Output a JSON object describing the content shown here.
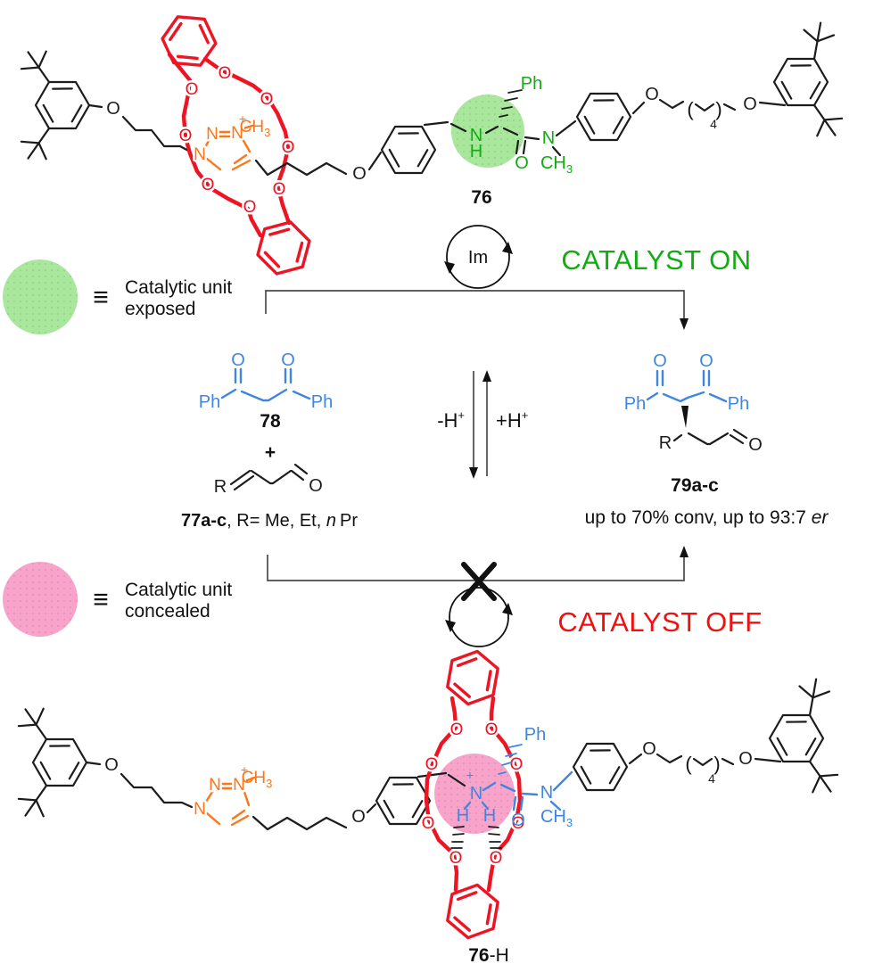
{
  "colors": {
    "macrocycle_red": "#ee1424",
    "triazolium_orange": "#ff7517",
    "catalyst_green": "#10ac10",
    "highlight_green": "#a8e79c",
    "structure_blue": "#3f86e0",
    "highlight_pink": "#f8a3ca",
    "bond_black": "#1c1c1c",
    "arrow_gray": "#4a4a4a",
    "catalyst_off_red": "#f01010"
  },
  "atoms": {
    "O": "O",
    "N": "N",
    "H": "H",
    "Ph": "Ph",
    "R": "R",
    "plus": "+",
    "CH": "CH",
    "sub3": "3",
    "paren_open": "(",
    "paren_close": ")"
  },
  "top_structure": {
    "label": "76"
  },
  "bottom_structure": {
    "label_main": "76",
    "label_suffix": "-H"
  },
  "scheme": {
    "im": "Im",
    "catalyst_on": "CATALYST ON",
    "catalyst_off": "CATALYST OFF",
    "chain_repeat": "4",
    "eq": {
      "minus": "-H",
      "plus": "+H",
      "sup": "+"
    },
    "substrates": {
      "c78": "78",
      "plus": "+",
      "c77_bold": "77a-c",
      "c77_rest": ", R= Me, Et, ",
      "c77_italic": "n",
      "c77_end": "Pr"
    },
    "products": {
      "c79": "79a-c",
      "result_main": "up to 70% conv, up to 93:7 ",
      "result_italic": "er"
    }
  },
  "legend": {
    "equiv": "≡",
    "green": {
      "line1": "Catalytic unit",
      "line2": "exposed"
    },
    "pink": {
      "line1": "Catalytic unit",
      "line2": "concealed"
    }
  }
}
